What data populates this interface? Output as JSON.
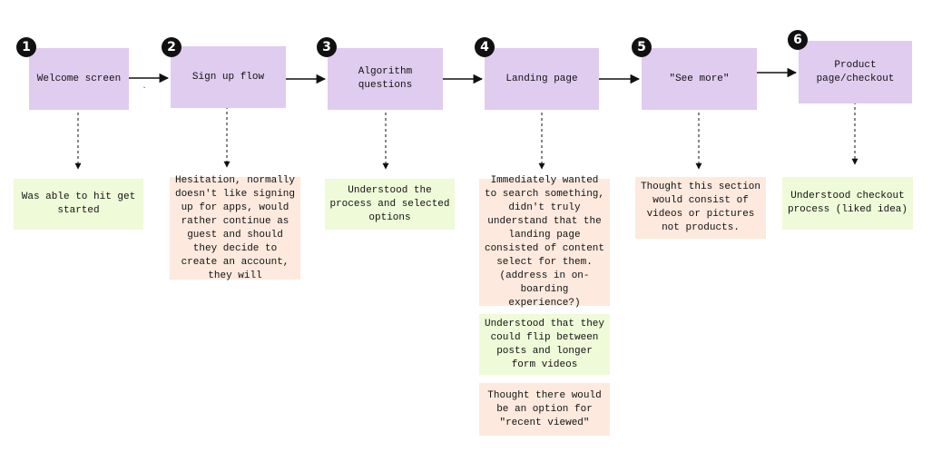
{
  "steps": [
    {
      "number": "1",
      "label": "Welcome screen"
    },
    {
      "number": "2",
      "label": "Sign up flow"
    },
    {
      "number": "3",
      "label": "Algorithm questions"
    },
    {
      "number": "4",
      "label": "Landing page"
    },
    {
      "number": "5",
      "label": "\"See more\""
    },
    {
      "number": "6",
      "label": "Product page/checkout"
    }
  ],
  "notes": [
    {
      "step": 1,
      "sentiment": "positive",
      "text": "Was able to hit get started"
    },
    {
      "step": 2,
      "sentiment": "negative",
      "text": "Hesitation, normally doesn't like signing up for apps, would rather continue as guest and should they decide to create an account, they will"
    },
    {
      "step": 3,
      "sentiment": "positive",
      "text": "Understood the process and selected options"
    },
    {
      "step": 4,
      "sentiment": "negative",
      "text": "Immediately wanted to search something, didn't truly understand that the landing page consisted of content select for them. (address in on-boarding experience?)"
    },
    {
      "step": 4,
      "sentiment": "positive",
      "text": "Understood that they could flip between posts and longer form videos"
    },
    {
      "step": 4,
      "sentiment": "negative",
      "text": "Thought there would be an option for \"recent viewed\""
    },
    {
      "step": 5,
      "sentiment": "negative",
      "text": "Thought this section would consist of videos or pictures not products."
    },
    {
      "step": 6,
      "sentiment": "positive",
      "text": "Understood checkout process (liked idea)"
    }
  ],
  "stray_mark": "`",
  "colors": {
    "step_fill": "#e0ccef",
    "positive_note": "#effad9",
    "negative_note": "#fde9de",
    "badge": "#111111",
    "line": "#111111"
  }
}
